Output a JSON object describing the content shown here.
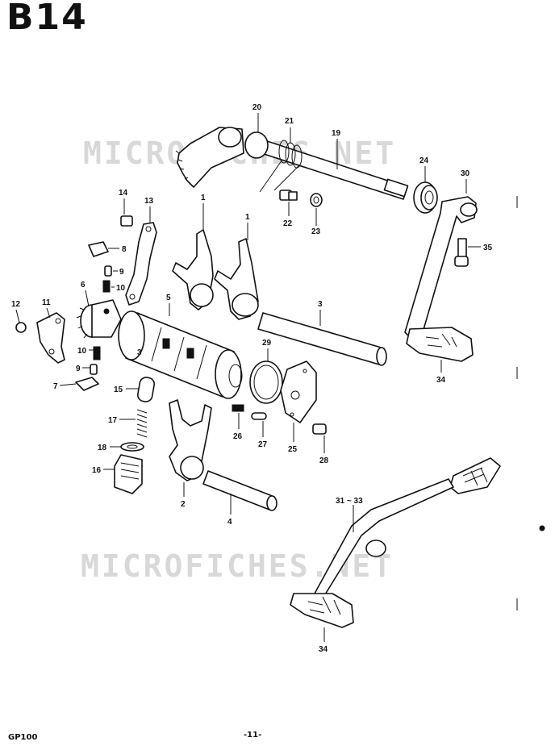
{
  "header": {
    "diagram_code": "B14"
  },
  "watermark": {
    "text": "MICROFICHES.NET"
  },
  "footer": {
    "model": "GP100",
    "page": "-11-"
  },
  "callouts": [
    {
      "id": "c20",
      "text": "20"
    },
    {
      "id": "c21",
      "text": "21"
    },
    {
      "id": "c19",
      "text": "19"
    },
    {
      "id": "c24",
      "text": "24"
    },
    {
      "id": "c30",
      "text": "30"
    },
    {
      "id": "c22",
      "text": "22"
    },
    {
      "id": "c23",
      "text": "23"
    },
    {
      "id": "c35",
      "text": "35"
    },
    {
      "id": "c14",
      "text": "14"
    },
    {
      "id": "c13",
      "text": "13"
    },
    {
      "id": "c1a",
      "text": "1"
    },
    {
      "id": "c1b",
      "text": "1"
    },
    {
      "id": "c8",
      "text": "8"
    },
    {
      "id": "c9a",
      "text": "9"
    },
    {
      "id": "c10a",
      "text": "10"
    },
    {
      "id": "c6",
      "text": "6"
    },
    {
      "id": "c5",
      "text": "5"
    },
    {
      "id": "c3",
      "text": "3"
    },
    {
      "id": "c12",
      "text": "12"
    },
    {
      "id": "c11",
      "text": "11"
    },
    {
      "id": "c10b",
      "text": "10"
    },
    {
      "id": "c9b",
      "text": "9"
    },
    {
      "id": "c7",
      "text": "7"
    },
    {
      "id": "c29",
      "text": "29"
    },
    {
      "id": "c34a",
      "text": "34"
    },
    {
      "id": "c15",
      "text": "15"
    },
    {
      "id": "c17",
      "text": "17"
    },
    {
      "id": "c26",
      "text": "26"
    },
    {
      "id": "c27",
      "text": "27"
    },
    {
      "id": "c25",
      "text": "25"
    },
    {
      "id": "c28",
      "text": "28"
    },
    {
      "id": "c18",
      "text": "18"
    },
    {
      "id": "c16",
      "text": "16"
    },
    {
      "id": "c2",
      "text": "2"
    },
    {
      "id": "c4",
      "text": "4"
    },
    {
      "id": "c3133",
      "text": "31 ~ 33"
    },
    {
      "id": "c34b",
      "text": "34"
    }
  ]
}
